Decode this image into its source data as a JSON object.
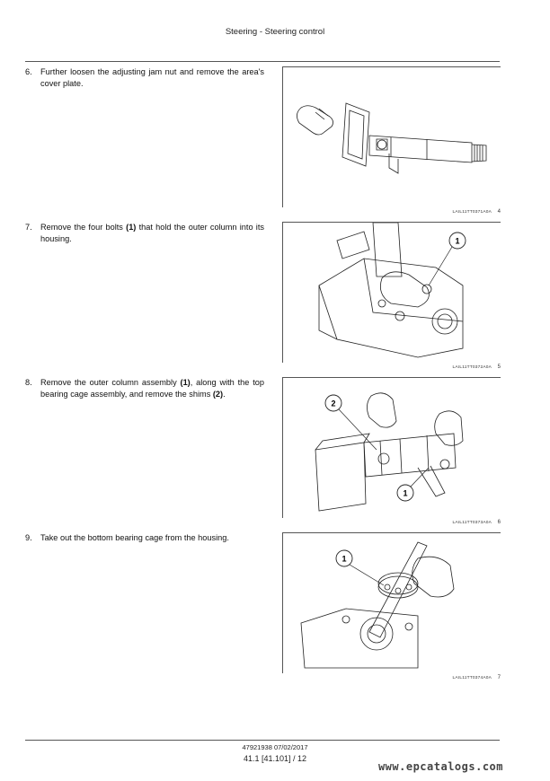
{
  "header": {
    "title": "Steering - Steering control"
  },
  "steps": [
    {
      "number": "6.",
      "text_html": "Further loosen the adjusting jam nut and remove the area's cover plate.",
      "figure": {
        "code": "LAIL11TT0371A0A",
        "number": "4",
        "callouts": []
      }
    },
    {
      "number": "7.",
      "text_html": "Remove the four bolts <b>(1)</b> that hold the outer column into its housing.",
      "figure": {
        "code": "LAIL11TT0372A0A",
        "number": "5",
        "callouts": [
          "1"
        ]
      }
    },
    {
      "number": "8.",
      "text_html": "Remove the outer column assembly <b>(1)</b>, along with the top bearing cage assembly, and remove the shims <b>(2)</b>.",
      "figure": {
        "code": "LAIL11TT0373A0A",
        "number": "6",
        "callouts": [
          "2",
          "1"
        ]
      }
    },
    {
      "number": "9.",
      "text_html": "Take out the bottom bearing cage from the housing.",
      "figure": {
        "code": "LAIL11TT0374A0A",
        "number": "7",
        "callouts": [
          "1"
        ]
      }
    }
  ],
  "footer": {
    "doc_code": "47921938 07/02/2017",
    "page": "41.1 [41.101] / 12",
    "watermark": "www.epcatalogs.com"
  }
}
